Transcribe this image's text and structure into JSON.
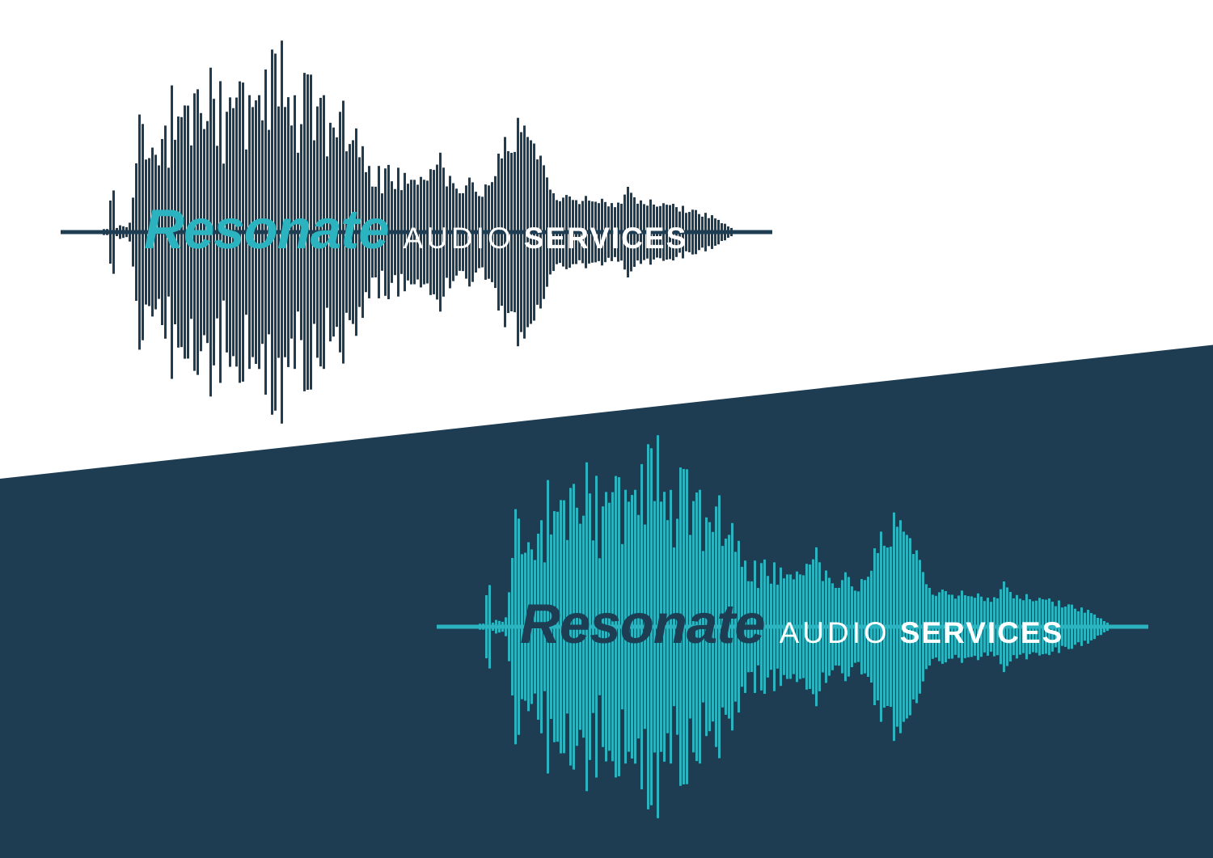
{
  "brand": {
    "name": "Resonate",
    "audio": "AUDIO",
    "services": "SERVICES"
  },
  "colors": {
    "dark_navy": "#1E3D52",
    "teal": "#2BB3C0",
    "white": "#FFFFFF",
    "page_background": "#FFFFFF"
  },
  "variants": [
    {
      "id": "on-light",
      "background": "white",
      "waveform_color": "#1E3D52",
      "name_color": "#2BB3C0",
      "descriptor_color": "#FFFFFF"
    },
    {
      "id": "on-dark",
      "background": "dark-navy",
      "waveform_color": "#2BB3C0",
      "name_color": "#1E3D52",
      "descriptor_color": "#FFFFFF"
    }
  ]
}
